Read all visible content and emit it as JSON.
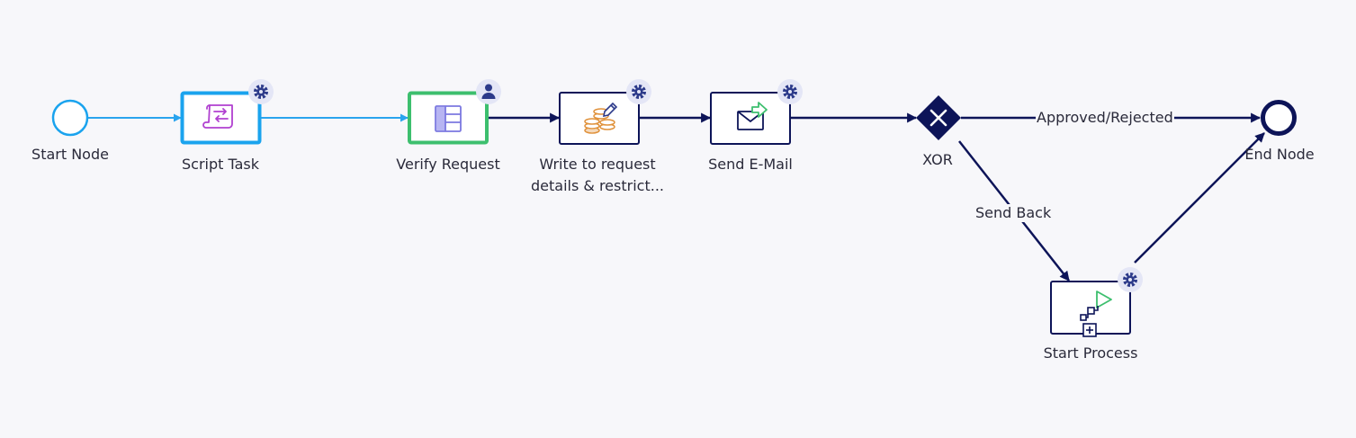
{
  "nodes": {
    "start": {
      "label": "Start Node"
    },
    "script_task": {
      "label": "Script Task"
    },
    "verify_request": {
      "label": "Verify Request"
    },
    "write_request": {
      "label_line1": "Write to request",
      "label_line2": "details & restrict..."
    },
    "send_email": {
      "label": "Send E-Mail"
    },
    "xor": {
      "label": "XOR"
    },
    "end": {
      "label": "End Node"
    },
    "start_process": {
      "label": "Start Process"
    }
  },
  "edges": {
    "approved_rejected": "Approved/Rejected",
    "send_back": "Send Back"
  },
  "colors": {
    "active_flow": "#2aa4ee",
    "flow": "#0d1458",
    "user_task_border": "#3dbf6e",
    "script_task_border": "#1aa3ee",
    "badge_bg": "#e4e6f6",
    "icon_purple": "#b040d0",
    "icon_orange": "#e0923c",
    "icon_green": "#3dbf6e",
    "icon_lavender": "#7b78e0"
  },
  "icons": {
    "script_task": "script-scroll-icon",
    "verify_request": "form-layout-icon",
    "write_request": "coins-pencil-icon",
    "send_email": "envelope-arrow-icon",
    "start_process": "subprocess-play-icon",
    "settings_badge": "gear-icon",
    "user_badge": "user-icon",
    "xor": "x-gateway-icon"
  }
}
